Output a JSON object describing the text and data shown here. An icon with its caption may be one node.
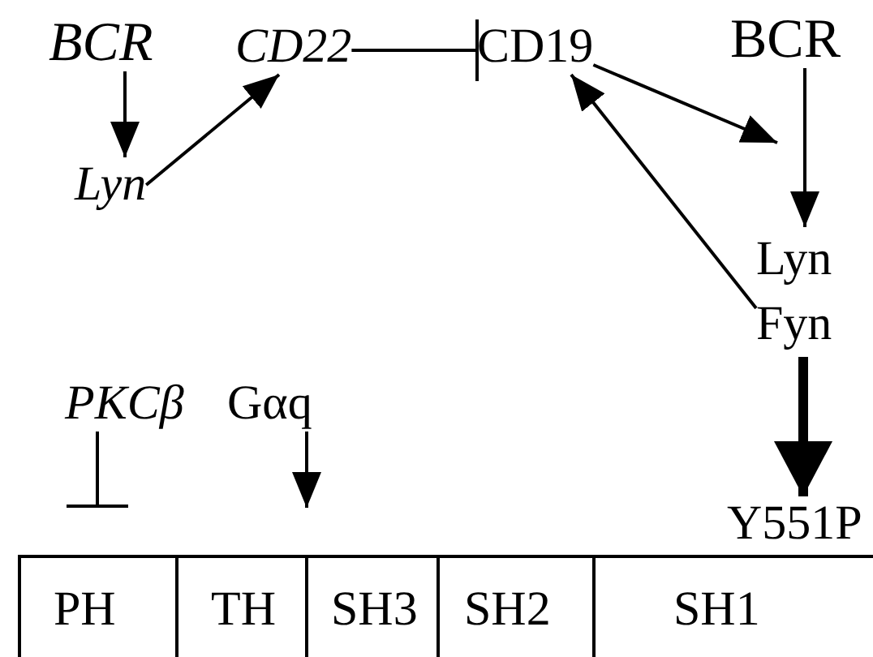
{
  "diagram": {
    "nodes": [
      {
        "text": [
          "BCR"
        ]
      },
      {
        "text": [
          "Lyn"
        ]
      },
      {
        "text": [
          "CD22"
        ]
      },
      {
        "text": [
          "CD19"
        ]
      },
      {
        "text": [
          "BCR"
        ]
      },
      {
        "text": [
          "Lyn",
          "Fyn"
        ]
      },
      {
        "text": [
          "PKCβ"
        ]
      },
      {
        "text": [
          "Gαq"
        ]
      },
      {
        "text": [
          "Y551P"
        ]
      },
      {
        "text": [],
        "shape": "bar"
      },
      {
        "text": [
          "PH"
        ],
        "in": 9
      },
      {
        "text": [
          "TH"
        ],
        "in": 9
      },
      {
        "text": [
          "SH3"
        ],
        "in": 9
      },
      {
        "text": [
          "SH2"
        ],
        "in": 9
      },
      {
        "text": [
          "SH1"
        ],
        "in": 9
      }
    ],
    "edges": [
      {
        "from": 0,
        "to": 1,
        "arrow": "to"
      },
      {
        "from": 1,
        "to": 2,
        "arrow": "to"
      },
      {
        "from": 2,
        "to": 3,
        "arrow": "other"
      },
      {
        "from": 3,
        "to": null,
        "arrow": "to"
      },
      {
        "from": 4,
        "to": 5,
        "arrow": "to"
      },
      {
        "from": 5,
        "to": 3,
        "arrow": "to"
      },
      {
        "from": 5,
        "to": 8,
        "arrow": "to",
        "style": "thick"
      },
      {
        "from": 6,
        "to": null,
        "arrow": "other"
      },
      {
        "from": 7,
        "to": null,
        "arrow": "to"
      }
    ]
  }
}
